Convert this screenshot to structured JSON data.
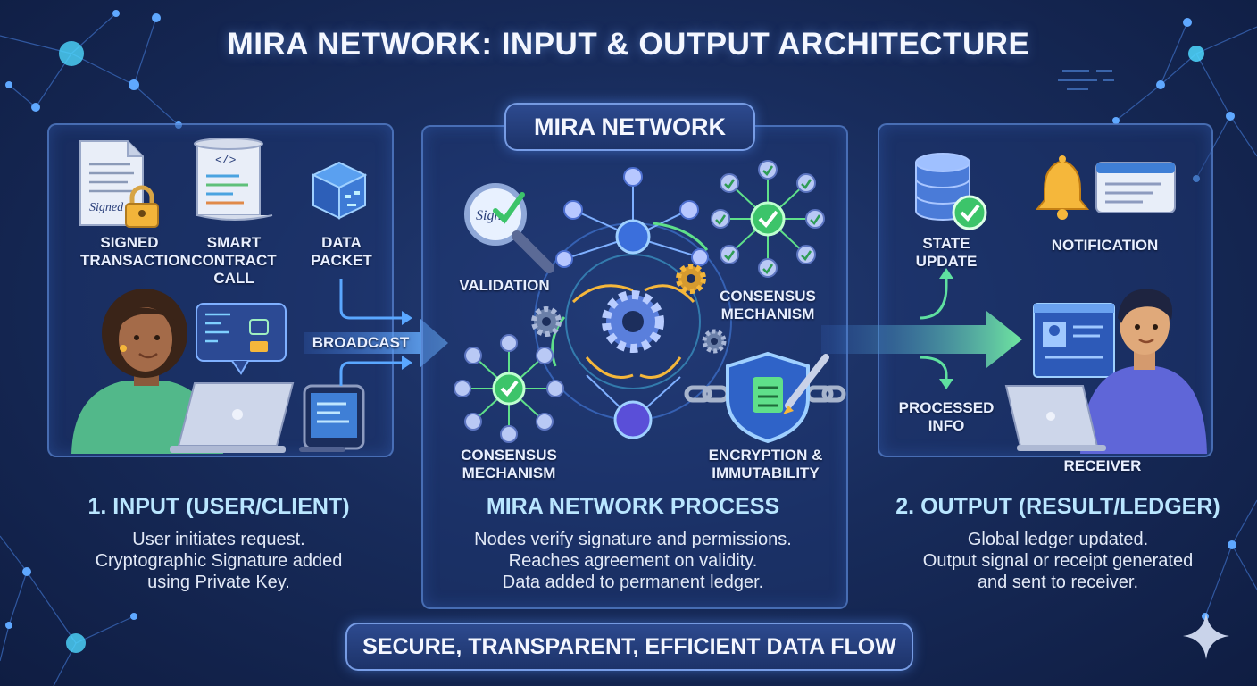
{
  "title": "MIRA NETWORK: INPUT & OUTPUT ARCHITECTURE",
  "colors": {
    "background": "#182c5c",
    "accent_cyan": "#4fd8ff",
    "accent_green": "#5fe08a",
    "accent_gold": "#f5b73b"
  },
  "input": {
    "items": [
      "SIGNED\nTRANSACTION",
      "SMART\nCONTRACT\nCALL",
      "DATA\nPACKET"
    ],
    "doc_signature": "Signed",
    "broadcast": "BROADCAST",
    "heading": "1. INPUT (USER/CLIENT)",
    "description": [
      "User initiates request.",
      "Cryptographic Signature added",
      "using Private Key."
    ]
  },
  "network": {
    "badge": "MIRA NETWORK",
    "validation": "VALIDATION",
    "magnifier_signature": "Sign",
    "consensus_top": "CONSENSUS\nMECHANISM",
    "consensus_bottom": "CONSENSUS\nMECHANISM",
    "encryption": "ENCRYPTION &\nIMMUTABILITY",
    "heading": "MIRA NETWORK PROCESS",
    "description": [
      "Nodes verify signature and permissions.",
      "Reaches agreement on validity.",
      "Data added to permanent ledger."
    ]
  },
  "output": {
    "state_update": "STATE\nUPDATE",
    "notification": "NOTIFICATION",
    "processed_info": "PROCESSED\nINFO",
    "receiver": "RECEIVER",
    "heading": "2. OUTPUT (RESULT/LEDGER)",
    "description": [
      "Global ledger updated.",
      "Output signal or receipt generated",
      "and sent to receiver."
    ]
  },
  "footer": "SECURE, TRANSPARENT, EFFICIENT DATA FLOW",
  "icons": [
    "document-icon",
    "padlock-icon",
    "scroll-icon",
    "cube-icon",
    "person-icon",
    "laptop-icon",
    "tablet-icon",
    "code-bubble-icon",
    "magnifier-icon",
    "checkmark-icon",
    "gear-icon",
    "shield-icon",
    "chain-icon",
    "pen-icon",
    "database-icon",
    "bell-icon",
    "message-icon",
    "sparkle-icon"
  ]
}
